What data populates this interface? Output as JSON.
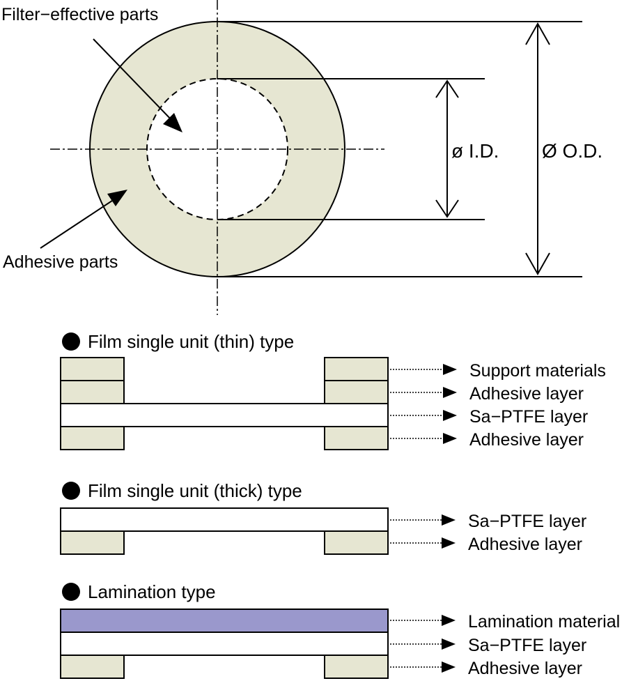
{
  "colors": {
    "adhesive": "#e6e6d2",
    "lamination": "#9a98cc",
    "line": "#000000",
    "film": "#ffffff"
  },
  "top_diagram": {
    "filter_label": "Filter−effective parts",
    "adhesive_label": "Adhesive parts",
    "id_label": "ø I.D.",
    "od_label": "Ø O.D."
  },
  "sections": [
    {
      "title": "Film single unit (thin) type",
      "layers": [
        "Support materials",
        "Adhesive layer",
        "Sa−PTFE layer",
        "Adhesive layer"
      ]
    },
    {
      "title": "Film single unit (thick) type",
      "layers": [
        "Sa−PTFE layer",
        "Adhesive layer"
      ]
    },
    {
      "title": "Lamination type",
      "layers": [
        "Lamination material",
        "Sa−PTFE layer",
        "Adhesive layer"
      ]
    }
  ]
}
